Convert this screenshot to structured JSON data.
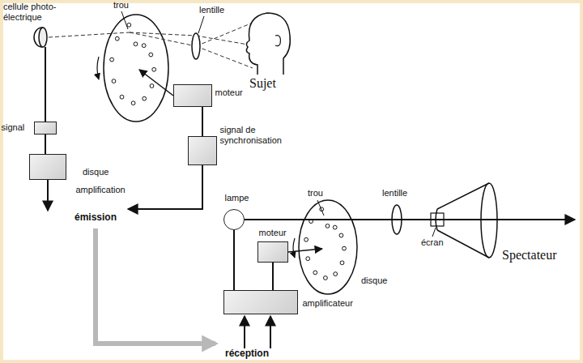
{
  "diagram": {
    "nodes": [
      {
        "text": [
          "signal"
        ]
      },
      {
        "text": [
          "amplification"
        ]
      },
      {
        "text": [
          "moteur"
        ]
      },
      {
        "text": [
          "signal de synchronisation"
        ]
      },
      {
        "text": [
          "lampe"
        ]
      },
      {
        "text": [
          "moteur"
        ]
      },
      {
        "text": [
          "amplificateur"
        ]
      }
    ],
    "edges": [
      {
        "from": 0,
        "to": 1,
        "arrow": "none"
      },
      {
        "from": 2,
        "to": 3,
        "arrow": "none"
      },
      {
        "from": 6,
        "to": 4,
        "arrow": "none"
      },
      {
        "from": 6,
        "to": 5,
        "arrow": "none"
      }
    ],
    "labels": [
      "cellule photo-électrique",
      "trou",
      "lentille",
      "Sujet",
      "disque",
      "émission",
      "trou",
      "lentille",
      "écran",
      "Spectateur",
      "disque",
      "réception"
    ]
  }
}
